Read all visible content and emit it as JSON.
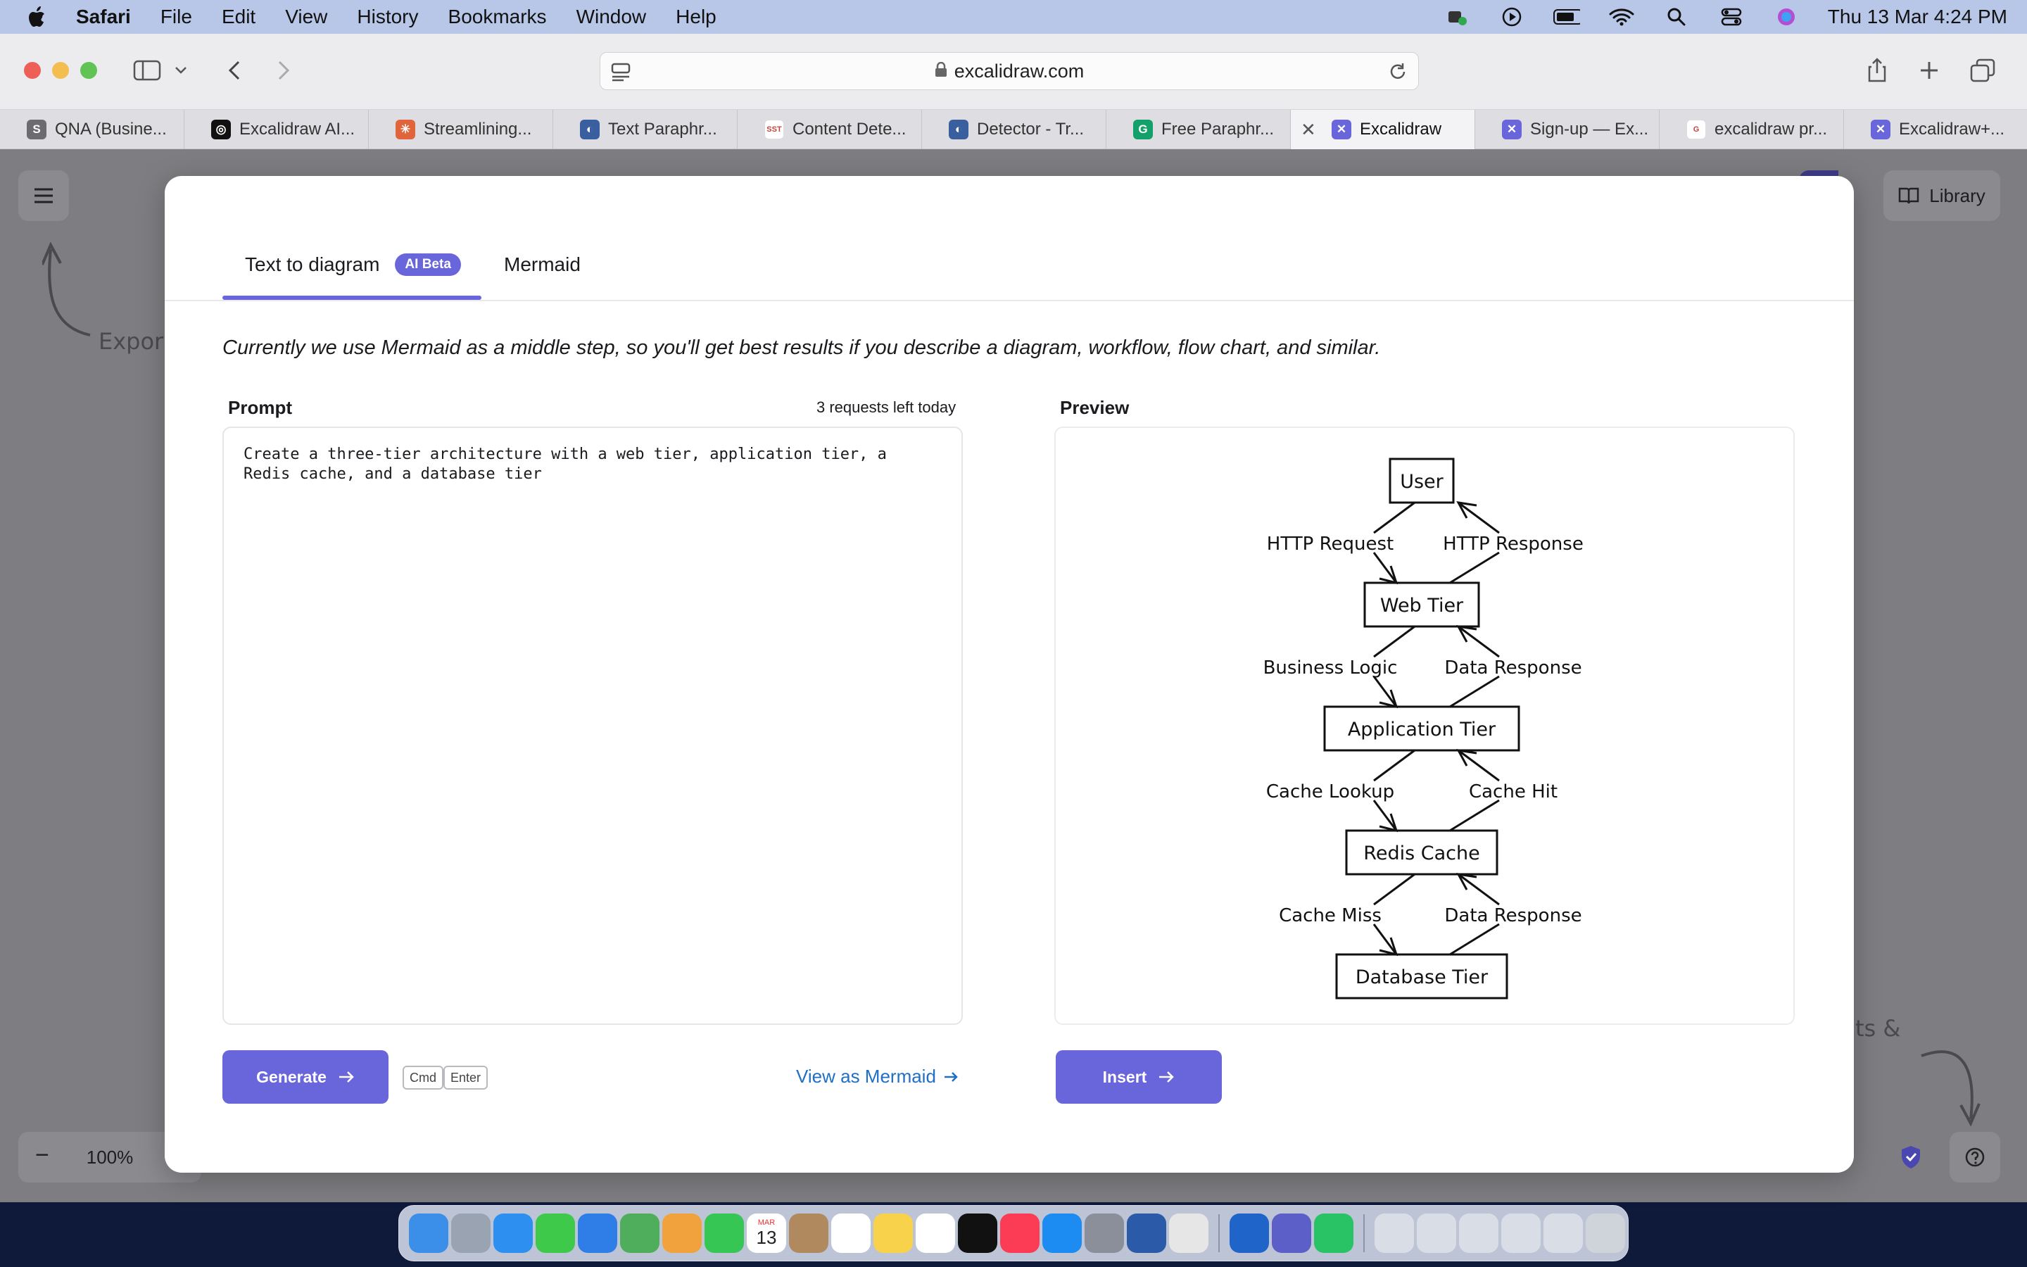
{
  "menubar": {
    "app": "Safari",
    "items": [
      "File",
      "Edit",
      "View",
      "History",
      "Bookmarks",
      "Window",
      "Help"
    ],
    "clock": "Thu 13 Mar  4:24 PM"
  },
  "browser": {
    "url": "excalidraw.com",
    "tabs": [
      {
        "title": "QNA (Busine...",
        "fav": "S",
        "color": "#6b6b70"
      },
      {
        "title": "Excalidraw AI...",
        "fav": "◎",
        "color": "#111111"
      },
      {
        "title": "Streamlining...",
        "fav": "✳",
        "color": "#e0643c"
      },
      {
        "title": "Text Paraphr...",
        "fav": "◐",
        "color": "#3a5f9e"
      },
      {
        "title": "Content Dete...",
        "fav": "SST",
        "color": "#ffffff"
      },
      {
        "title": "Detector - Tr...",
        "fav": "◐",
        "color": "#3a5f9e"
      },
      {
        "title": "Free Paraphr...",
        "fav": "G",
        "color": "#14a06a"
      },
      {
        "title": "Excalidraw",
        "fav": "✕",
        "color": "#6965db",
        "active": true
      },
      {
        "title": "Sign-up — Ex...",
        "fav": "✕",
        "color": "#6965db"
      },
      {
        "title": "excalidraw pr...",
        "fav": "G",
        "color": "#ffffff"
      },
      {
        "title": "Excalidraw+...",
        "fav": "✕",
        "color": "#6965db"
      }
    ]
  },
  "canvas": {
    "library_label": "Library",
    "zoom": "100%",
    "hint_left": "Expor",
    "hint_right": "ts &"
  },
  "dialog": {
    "tab_text_to_diagram": "Text to diagram",
    "tab_badge": "AI Beta",
    "tab_mermaid": "Mermaid",
    "description": "Currently we use Mermaid as a middle step, so you'll get best results if you describe a diagram, workflow, flow chart, and similar.",
    "prompt_label": "Prompt",
    "requests_left": "3 requests left today",
    "prompt_text": "Create a three-tier architecture with a web tier, application tier, a Redis cache, and a database tier",
    "preview_label": "Preview",
    "generate_label": "Generate",
    "kbd_cmd": "Cmd",
    "kbd_enter": "Enter",
    "view_as_mermaid": "View as Mermaid",
    "insert_label": "Insert"
  },
  "diagram": {
    "nodes": [
      "User",
      "Web Tier",
      "Application Tier",
      "Redis Cache",
      "Database Tier"
    ],
    "edges": [
      {
        "down": "HTTP Request",
        "up": "HTTP Response"
      },
      {
        "down": "Business Logic",
        "up": "Data Response"
      },
      {
        "down": "Cache Lookup",
        "up": "Cache Hit"
      },
      {
        "down": "Cache Miss",
        "up": "Data Response"
      }
    ]
  },
  "dock": {
    "apps": [
      "finder",
      "launchpad",
      "safari",
      "messages",
      "mail",
      "maps",
      "photos",
      "facetime",
      "calendar",
      "contacts",
      "reminders",
      "notes",
      "freeform",
      "tv",
      "music",
      "app-store",
      "system-settings",
      "word",
      "preview",
      "outlook",
      "teams",
      "whatsapp",
      "downloads",
      "screenshot-1",
      "screenshot-2",
      "screenshot-3",
      "screenshot-4",
      "trash"
    ],
    "calendar_day": "13",
    "calendar_month": "MAR"
  }
}
